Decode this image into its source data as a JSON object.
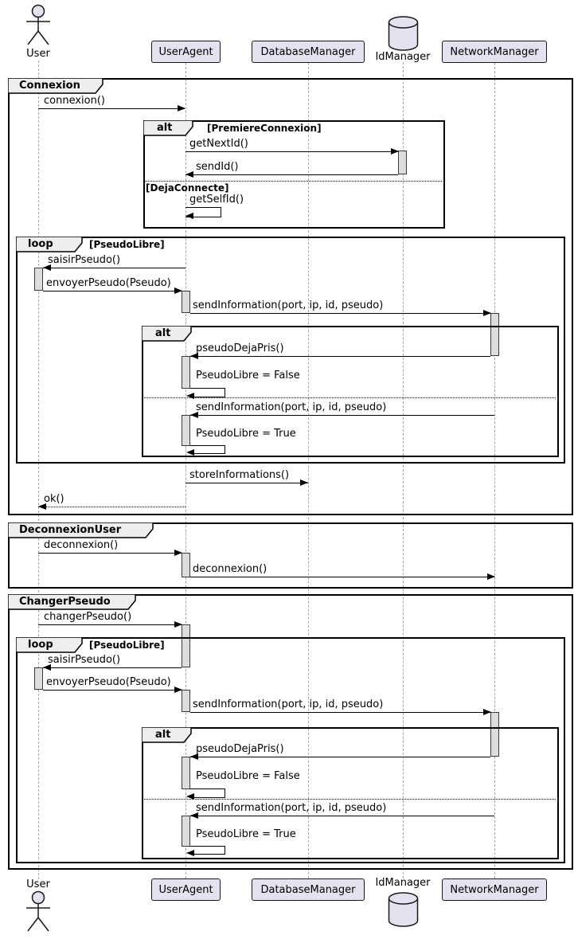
{
  "diagram_type": "uml-sequence-diagram",
  "participants": [
    {
      "name": "User",
      "kind": "actor"
    },
    {
      "name": "UserAgent",
      "kind": "participant"
    },
    {
      "name": "DatabaseManager",
      "kind": "participant"
    },
    {
      "name": "IdManager",
      "kind": "database"
    },
    {
      "name": "NetworkManager",
      "kind": "participant"
    }
  ],
  "frames": {
    "connexion": "Connexion",
    "deconnexion_user": "DeconnexionUser",
    "changer_pseudo": "ChangerPseudo",
    "alt_keyword": "alt",
    "loop_keyword": "loop",
    "guard_premiere_connexion": "[PremiereConnexion]",
    "guard_deja_connecte": "[DejaConnecte]",
    "guard_pseudo_libre": "[PseudoLibre]"
  },
  "messages": {
    "connexion": "connexion()",
    "get_next_id": "getNextId()",
    "send_id": "sendId()",
    "get_self_id": "getSelfId()",
    "saisir_pseudo": "saisirPseudo()",
    "envoyer_pseudo": "envoyerPseudo(Pseudo)",
    "send_information": "sendInformation(port, ip, id, pseudo)",
    "pseudo_deja_pris": "pseudoDejaPris()",
    "pseudo_libre_false": "PseudoLibre = False",
    "pseudo_libre_true": "PseudoLibre = True",
    "store_informations": "storeInformations()",
    "ok": "ok()",
    "deconnexion": "deconnexion()",
    "changer_pseudo": "changerPseudo()"
  },
  "colors": {
    "participant_fill": "#E2E2F0",
    "participant_border": "#181818",
    "frame_border": "#000000",
    "frame_label_fill": "#EEEEEE",
    "activation_fill": "#DDDDDD",
    "lifeline": "#A5A5A5",
    "background": "#FFFFFF"
  }
}
